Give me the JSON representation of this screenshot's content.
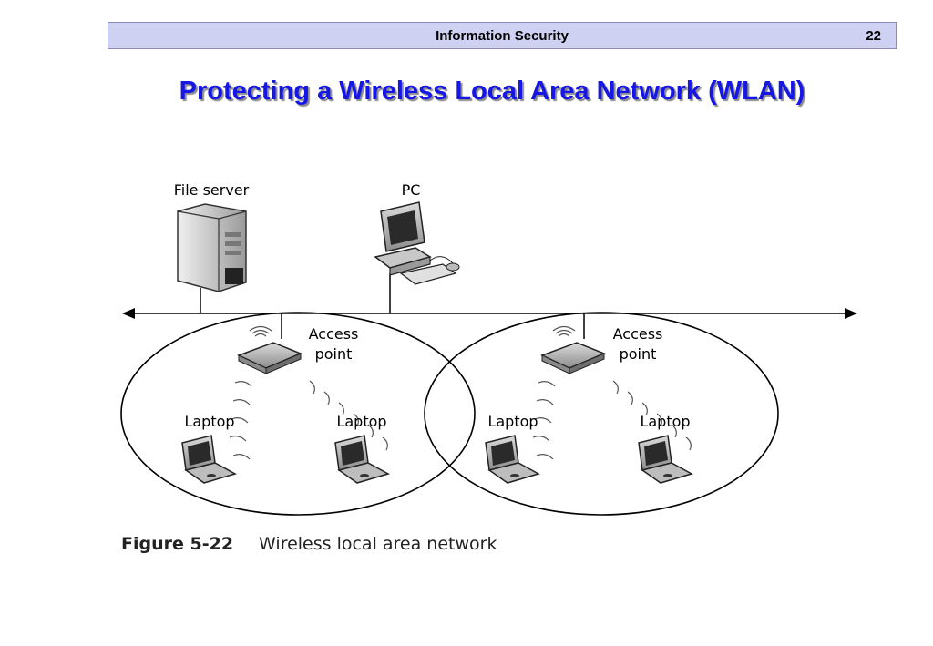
{
  "header": {
    "title": "Information Security",
    "page_number": "22"
  },
  "slide_title": "Protecting a Wireless Local Area Network  (WLAN)",
  "diagram": {
    "file_server_label": "File server",
    "pc_label": "PC",
    "cells": [
      {
        "access_point_label": [
          "Access",
          "point"
        ],
        "laptop_left_label": "Laptop",
        "laptop_right_label": "Laptop"
      },
      {
        "access_point_label": [
          "Access",
          "point"
        ],
        "laptop_left_label": "Laptop",
        "laptop_right_label": "Laptop"
      }
    ]
  },
  "caption": {
    "number": "Figure 5-22",
    "text": "Wireless local area network"
  }
}
